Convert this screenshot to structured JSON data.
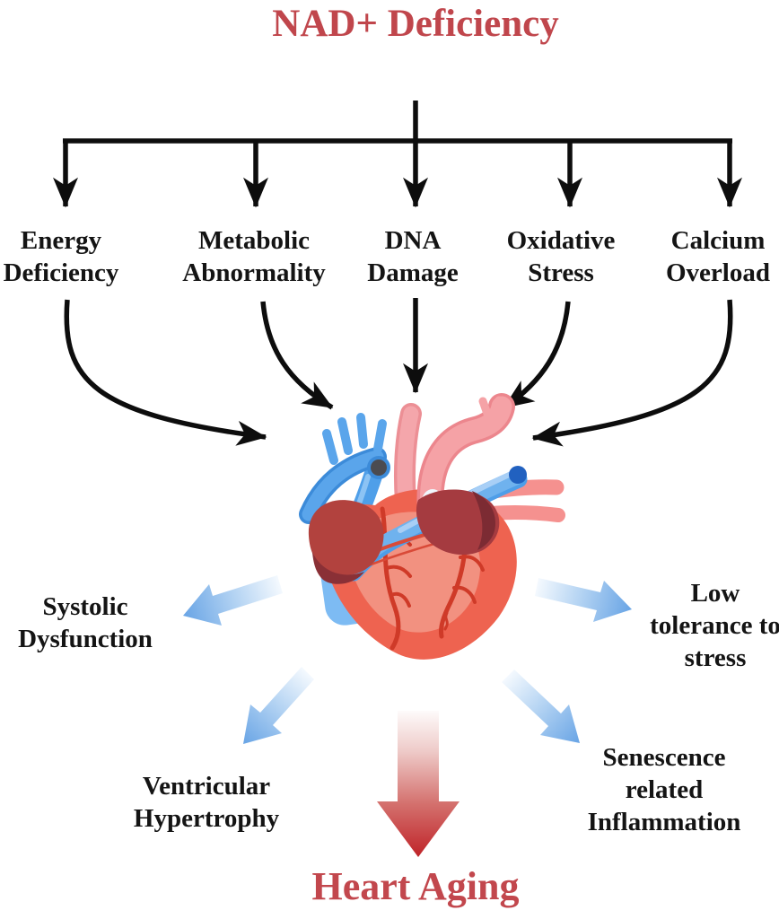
{
  "title": {
    "text": "NAD+ Deficiency"
  },
  "causes": [
    {
      "label": "Energy Deficiency"
    },
    {
      "label": "Metabolic Abnormality"
    },
    {
      "label": "DNA Damage"
    },
    {
      "label": "Oxidative Stress"
    },
    {
      "label": "Calcium Overload"
    }
  ],
  "outcomes": [
    {
      "label": "Systolic Dysfunction"
    },
    {
      "label": "Low tolerance to stress"
    },
    {
      "label": "Ventricular Hypertrophy"
    },
    {
      "label": "Senescence related Inflammation"
    }
  ],
  "result": {
    "label": "Heart Aging"
  },
  "icons": {
    "center_image": "anatomical-heart-illustration"
  },
  "colors": {
    "title_red": "#c0464c",
    "result_red": "#c2474d",
    "label_black": "#141414",
    "arrow_black": "#0d0d0d",
    "outcome_arrow_blue": "#68a4e5",
    "outcome_arrow_fade": "#f2f8fd",
    "result_arrow_red": "#c0262b",
    "result_arrow_fade": "#ffffff"
  }
}
